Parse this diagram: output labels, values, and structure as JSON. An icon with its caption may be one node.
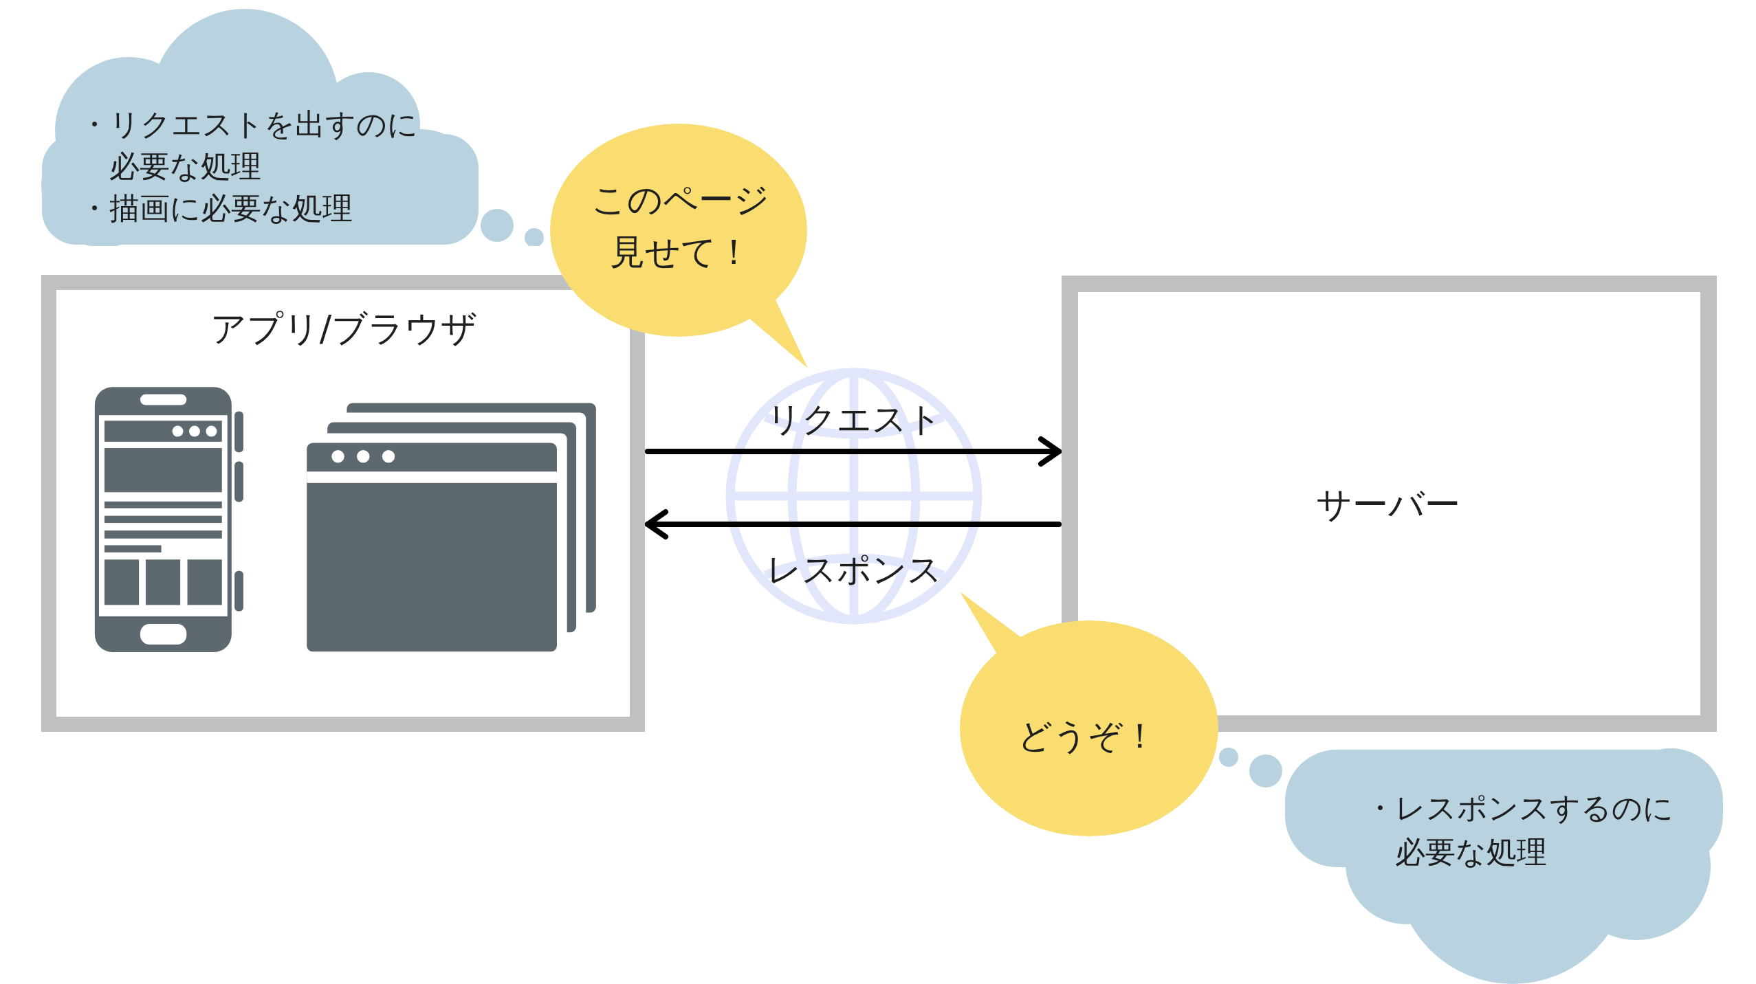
{
  "diagram": {
    "nodes": [
      {
        "text": [
          "・リクエストを出すのに必要な処理",
          "・描画に必要な処理"
        ]
      },
      {
        "text": [
          "このページ見せて！"
        ]
      },
      {
        "text": [
          "アプリ/ブラウザ"
        ]
      },
      {
        "text": [
          "サーバー"
        ]
      },
      {
        "text": [
          "どうぞ！"
        ]
      },
      {
        "text": [
          "・レスポンスするのに必要な処理"
        ]
      }
    ],
    "edges": [
      {
        "from": 2,
        "to": 3,
        "arrow": "to",
        "label": "リクエスト"
      },
      {
        "from": 3,
        "to": 2,
        "arrow": "to",
        "label": "レスポンス"
      }
    ]
  }
}
